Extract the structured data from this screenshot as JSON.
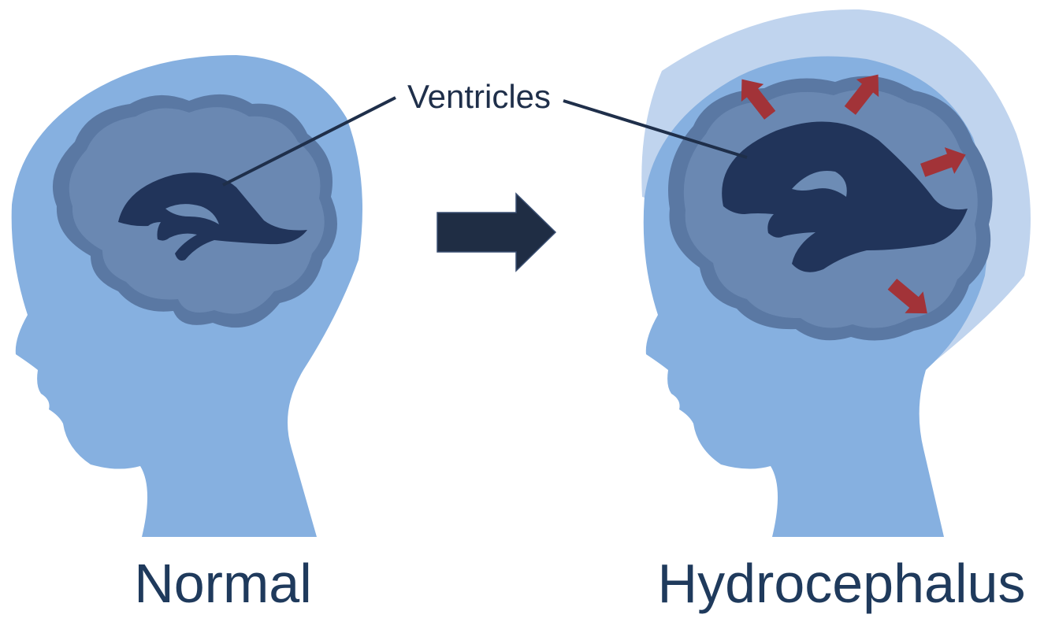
{
  "callout": {
    "label": "Ventricles"
  },
  "captions": {
    "left": "Normal",
    "right": "Hydrocephalus"
  },
  "colors": {
    "skin": "#86b0e0",
    "brain": "#5a78a3",
    "brain_inner": "#6a88b2",
    "ventricle": "#21345a",
    "swelling": "#c0d4ee",
    "expansion_arrow": "#a23338",
    "transition_arrow": "#1f2d44",
    "caption": "#1f3a5c"
  },
  "icons": {
    "transition": "right-arrow-icon",
    "expansion": "red-arrow-icon"
  }
}
